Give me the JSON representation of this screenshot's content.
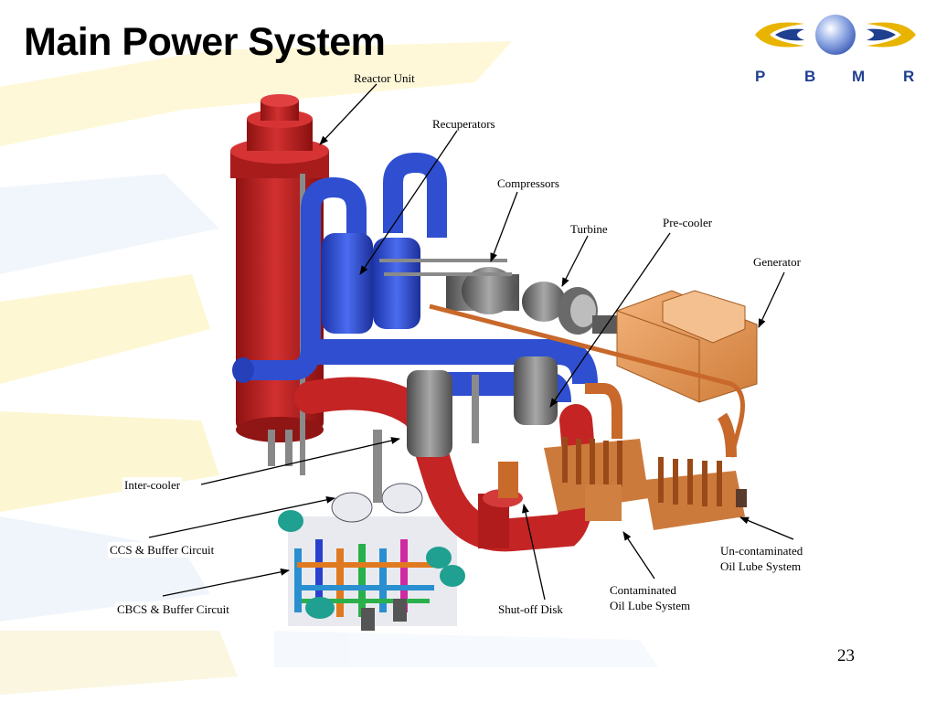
{
  "slide": {
    "title": "Main Power System",
    "page_number": "23"
  },
  "logo": {
    "letters": [
      "P",
      "B",
      "M",
      "R"
    ],
    "brand_colors": {
      "blue": "#1f3f8f",
      "gold": "#e8b400",
      "sphere": "#8aa8e0"
    }
  },
  "labels": {
    "reactor_unit": "Reactor Unit",
    "recuperators": "Recuperators",
    "compressors": "Compressors",
    "turbine": "Turbine",
    "pre_cooler": "Pre-cooler",
    "generator": "Generator",
    "inter_cooler": "Inter-cooler",
    "ccs_buffer": "CCS & Buffer Circuit",
    "cbcs_buffer": "CBCS & Buffer Circuit",
    "shut_off_disk": "Shut-off Disk",
    "contaminated_line1": "Contaminated",
    "contaminated_line2": "Oil Lube System",
    "uncontaminated_line1": "Un-contaminated",
    "uncontaminated_line2": "Oil Lube System"
  },
  "colors": {
    "reactor_red": "#b81e1e",
    "recuperator_blue": "#2f4fd0",
    "compressor_gray": "#7a7a7a",
    "generator_orange": "#e89a52",
    "lube_orange": "#c8682a"
  }
}
